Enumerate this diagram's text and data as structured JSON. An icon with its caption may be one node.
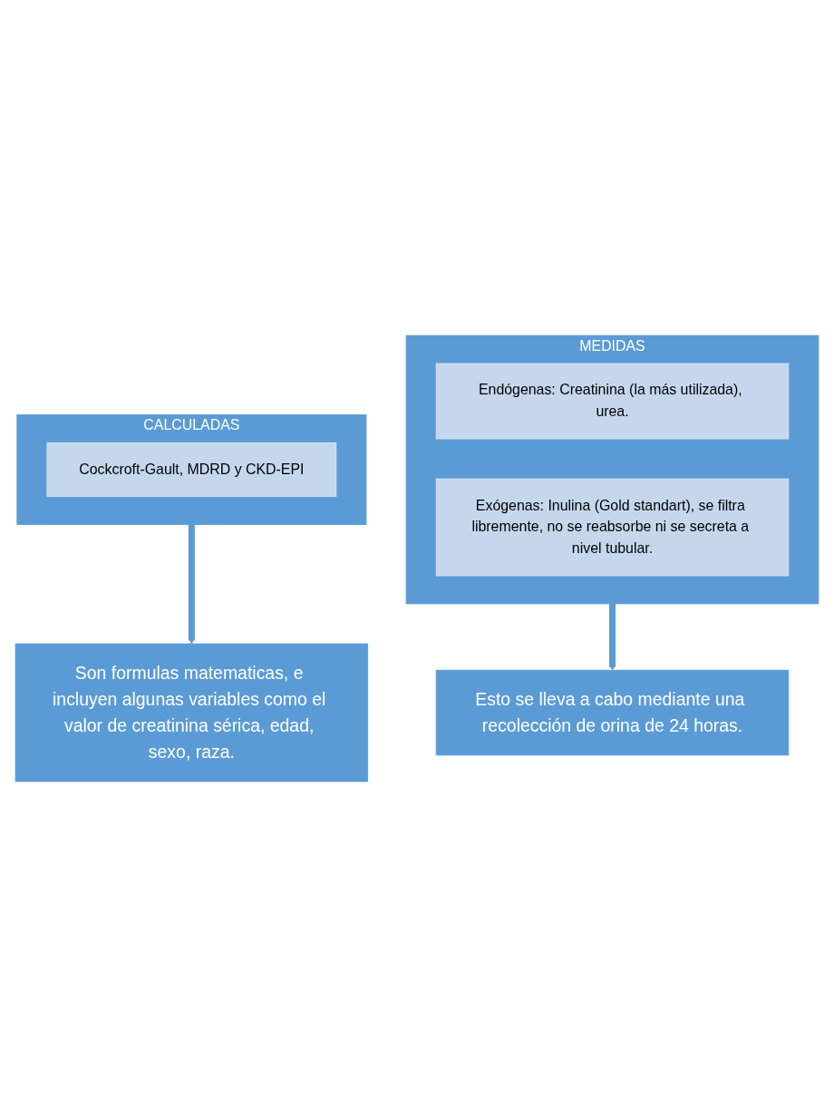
{
  "diagram": {
    "nodes": [
      {
        "text": [
          "MEDIDAS"
        ]
      },
      {
        "text": [
          "Endógenas: Creatinina (la más utilizada), urea."
        ],
        "in": 0
      },
      {
        "text": [
          "Exógenas: Inulina (Gold standart), se filtra libremente, no se reabsorbe ni se secreta a nivel tubular."
        ],
        "in": 0
      },
      {
        "text": [
          "Esto se lleva a cabo mediante una recolección de orina de 24 horas."
        ]
      },
      {
        "text": [
          "CALCULADAS"
        ]
      },
      {
        "text": [
          "Cockcroft-Gault, MDRD y CKD-EPI"
        ],
        "in": 4
      },
      {
        "text": [
          "Son formulas matematicas, e incluyen algunas variables como el valor de creatinina sérica, edad, sexo, raza."
        ]
      }
    ],
    "edges": [
      {
        "from": 0,
        "to": 3,
        "arrow": "to"
      },
      {
        "from": 4,
        "to": 6,
        "arrow": "to"
      }
    ]
  }
}
